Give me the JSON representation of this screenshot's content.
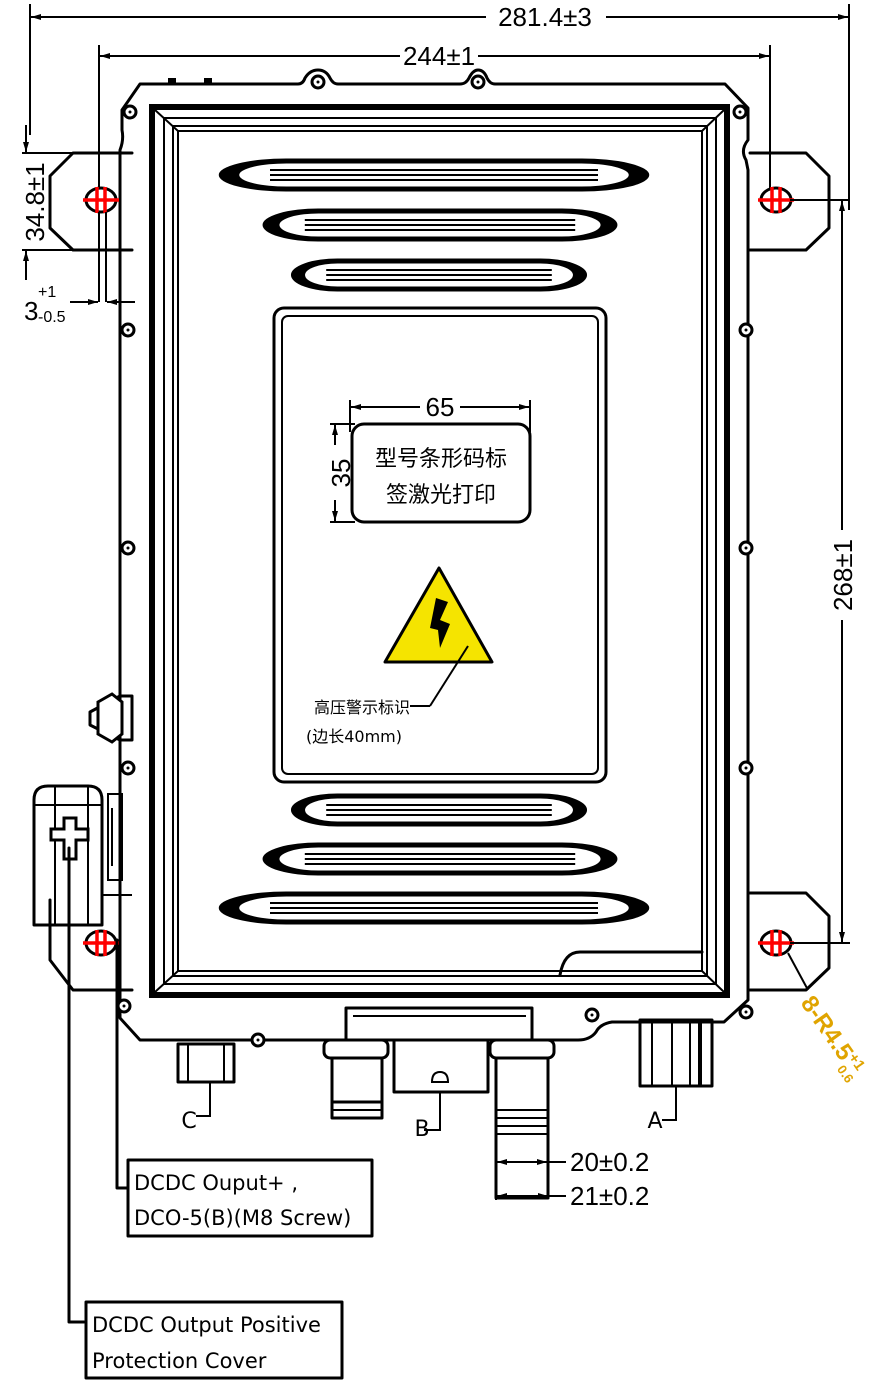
{
  "dimensions": {
    "overall_width": "281.4±3",
    "mount_width": "244±1",
    "mount_tab_height": "34.8±1",
    "hole_offset_base": "3",
    "hole_offset_upper": "+1",
    "hole_offset_lower": "-0.5",
    "mount_height": "268±1",
    "label_width": "65",
    "label_height": "35",
    "connector_dia_inner": "20±0.2",
    "connector_dia_outer": "21±0.2",
    "hole_radius_callout": "8-R4.5",
    "hole_radius_tol_upper": "+1",
    "hole_radius_tol_lower": "0.6"
  },
  "label_area": {
    "line1": "型号条形码标",
    "line2": "签激光打印"
  },
  "warning_sign": {
    "line1": "高压警示标识",
    "line2": "(边长40mm)",
    "color": "#f5e400"
  },
  "connectors": {
    "a": "A",
    "b": "B",
    "c": "C"
  },
  "callouts": {
    "dcdc_output": {
      "line1": "DCDC Ouput+ ,",
      "line2": "DCO-5(B)(M8 Screw)"
    },
    "protection_cover": {
      "line1": "DCDC Output Positive",
      "line2": "Protection Cover"
    }
  },
  "colors": {
    "hole_marker": "#ff0000",
    "radius_callout": "#e0a400"
  }
}
